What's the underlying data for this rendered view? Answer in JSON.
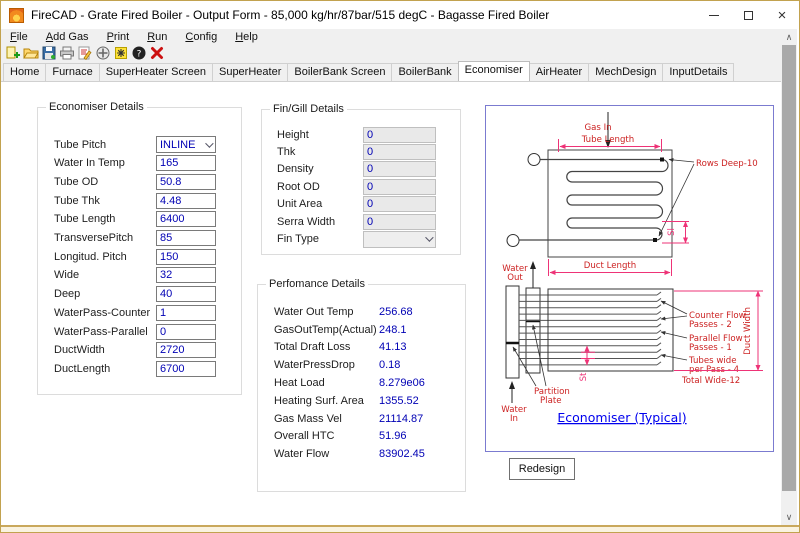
{
  "window": {
    "title": "FireCAD - Grate Fired Boiler - Output Form - 85,000 kg/hr/87bar/515 degC - Bagasse Fired Boiler"
  },
  "menu": {
    "items": [
      {
        "label": "File"
      },
      {
        "label": "Add Gas"
      },
      {
        "label": "Print"
      },
      {
        "label": "Run"
      },
      {
        "label": "Config"
      },
      {
        "label": "Help"
      }
    ]
  },
  "toolbar": {
    "icons": [
      "new-file-icon",
      "open-folder-icon",
      "save-icon",
      "print-icon",
      "report-edit-icon",
      "add-circle-icon",
      "run-calc-icon",
      "help-icon",
      "exit-icon"
    ]
  },
  "tabs": {
    "selected": "Economiser",
    "items": [
      {
        "label": "Home"
      },
      {
        "label": "Furnace"
      },
      {
        "label": "SuperHeater Screen"
      },
      {
        "label": "SuperHeater"
      },
      {
        "label": "BoilerBank Screen"
      },
      {
        "label": "BoilerBank"
      },
      {
        "label": "Economiser"
      },
      {
        "label": "AirHeater"
      },
      {
        "label": "MechDesign"
      },
      {
        "label": "InputDetails"
      }
    ]
  },
  "economiser_details": {
    "title": "Economiser Details",
    "fields": [
      {
        "label": "Tube Pitch",
        "value": "INLINE",
        "type": "select"
      },
      {
        "label": "Water In Temp",
        "value": "165"
      },
      {
        "label": "Tube OD",
        "value": "50.8"
      },
      {
        "label": "Tube Thk",
        "value": "4.48"
      },
      {
        "label": "Tube Length",
        "value": "6400"
      },
      {
        "label": "TransversePitch",
        "value": "85"
      },
      {
        "label": "Longitud. Pitch",
        "value": "150"
      },
      {
        "label": "Wide",
        "value": "32"
      },
      {
        "label": "Deep",
        "value": "40"
      },
      {
        "label": "WaterPass-Counter",
        "value": "1"
      },
      {
        "label": "WaterPass-Parallel",
        "value": "0"
      },
      {
        "label": "DuctWidth",
        "value": "2720"
      },
      {
        "label": "DuctLength",
        "value": "6700"
      }
    ]
  },
  "fin_gill_details": {
    "title": "Fin/Gill Details",
    "fields": [
      {
        "label": "Height",
        "value": "0"
      },
      {
        "label": "Thk",
        "value": "0"
      },
      {
        "label": "Density",
        "value": "0"
      },
      {
        "label": "Root OD",
        "value": "0"
      },
      {
        "label": "Unit Area",
        "value": "0"
      },
      {
        "label": "Serra Width",
        "value": "0"
      },
      {
        "label": "Fin Type",
        "value": "",
        "type": "select"
      }
    ]
  },
  "performance_details": {
    "title": "Perfomance Details",
    "rows": [
      {
        "label": "Water Out Temp",
        "value": "256.68"
      },
      {
        "label": "GasOutTemp(Actual)",
        "value": "248.1"
      },
      {
        "label": "Total Draft Loss",
        "value": "41.13"
      },
      {
        "label": "WaterPressDrop",
        "value": "0.18"
      },
      {
        "label": "Heat Load",
        "value": "8.279e06"
      },
      {
        "label": "Heating Surf. Area",
        "value": "1355.52"
      },
      {
        "label": "Gas Mass Vel",
        "value": "21114.87"
      },
      {
        "label": "Overall HTC",
        "value": "51.96"
      },
      {
        "label": "Water Flow",
        "value": "83902.45"
      }
    ]
  },
  "diagram": {
    "caption": "Economiser (Typical)",
    "labels": {
      "gas_in": "Gas In",
      "tube_length": "Tube Length",
      "rows_deep": "Rows Deep-10",
      "sl": "Sl",
      "duct_length": "Duct Length",
      "water_out_1": "Water",
      "water_out_2": "Out",
      "counter_flow_1": "Counter Flow",
      "counter_flow_2": "Passes - 2",
      "parallel_flow_1": "Parallel Flow",
      "parallel_flow_2": "Passes - 1",
      "tubes_wide_1": "Tubes wide",
      "tubes_wide_2": "per Pass - 4",
      "total_wide": "Total Wide-12",
      "duct_width": "Duct Width",
      "st": "St",
      "partition_1": "Partition",
      "partition_2": "Plate",
      "water_in_1": "Water",
      "water_in_2": "In"
    }
  },
  "redesign": {
    "label": "Redesign"
  },
  "colors": {
    "field_text_blue": "#0000b4",
    "diagram_red": "#cc2222",
    "dimension_pink": "#ee3377",
    "caption_blue": "#0000ee",
    "window_border_gold": "#c2a24f"
  }
}
